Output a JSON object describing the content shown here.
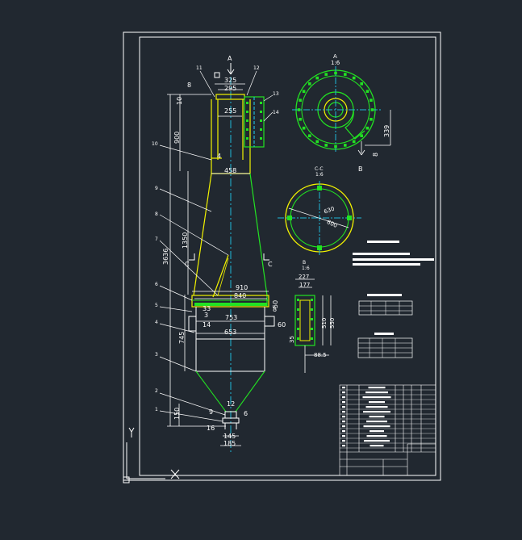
{
  "colors": {
    "background": "#212830",
    "white": "#ffffff",
    "yellow": "#f2f200",
    "green": "#22e222",
    "cyan": "#1fb8d8",
    "red": "#e03030"
  },
  "view_labels": {
    "a_arrow": "A",
    "a_view": "A",
    "a_scale": "1:6",
    "b_arrow": "B",
    "b_view": "B",
    "b_scale": "1:6",
    "cc_view": "C-C",
    "cc_scale": "1:6",
    "c_left": "C",
    "c_right": "C"
  },
  "dimensions": {
    "top_325": "325",
    "top_295": "295",
    "d_255": "255",
    "d_458": "458",
    "d_910": "910",
    "d_840": "840",
    "d_753": "753",
    "d_653": "653",
    "d_145": "145",
    "d_185": "185",
    "d_12": "12",
    "d_9": "9",
    "d_16": "16",
    "d_6": "6",
    "d_4": "4",
    "d_8": "8",
    "d_50": "50",
    "d_60": "60",
    "d_33": "33",
    "d_3": "3",
    "d_14": "14",
    "d_8b": "8",
    "d_10": "10",
    "v_900": "900",
    "v_1350": "1350",
    "v_3636": "3636",
    "v_745": "745",
    "v_150": "150",
    "v_8": "8",
    "v_35": "35",
    "r_630": "630",
    "r_600": "600",
    "d_339": "339",
    "b_227": "227",
    "b_177": "177",
    "b_510": "510",
    "b_550": "550",
    "b_885": "88.5",
    "b_35": "35"
  },
  "balloons": [
    "1",
    "2",
    "3",
    "4",
    "5",
    "6",
    "7",
    "8",
    "9",
    "10",
    "11",
    "12",
    "13",
    "14"
  ]
}
